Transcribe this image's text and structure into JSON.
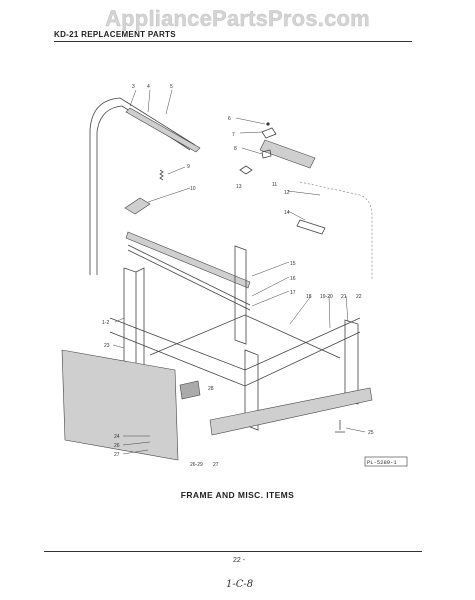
{
  "watermark": "AppliancePartsPros.com",
  "header": {
    "title": "KD-21 REPLACEMENT PARTS"
  },
  "diagram": {
    "labels": [
      "3",
      "4",
      "5",
      "6",
      "7",
      "8",
      "9",
      "10",
      "11",
      "12",
      "13",
      "14",
      "15",
      "16",
      "17",
      "18",
      "19-20",
      "21",
      "22",
      "1-2",
      "23",
      "24",
      "25",
      "26",
      "27",
      "28",
      "26-29",
      "27"
    ],
    "figure_tag": "PL-5289-1"
  },
  "caption": "FRAME AND MISC. ITEMS",
  "footer": {
    "page_number": "22 -",
    "handwritten_note": "1-C-8"
  }
}
